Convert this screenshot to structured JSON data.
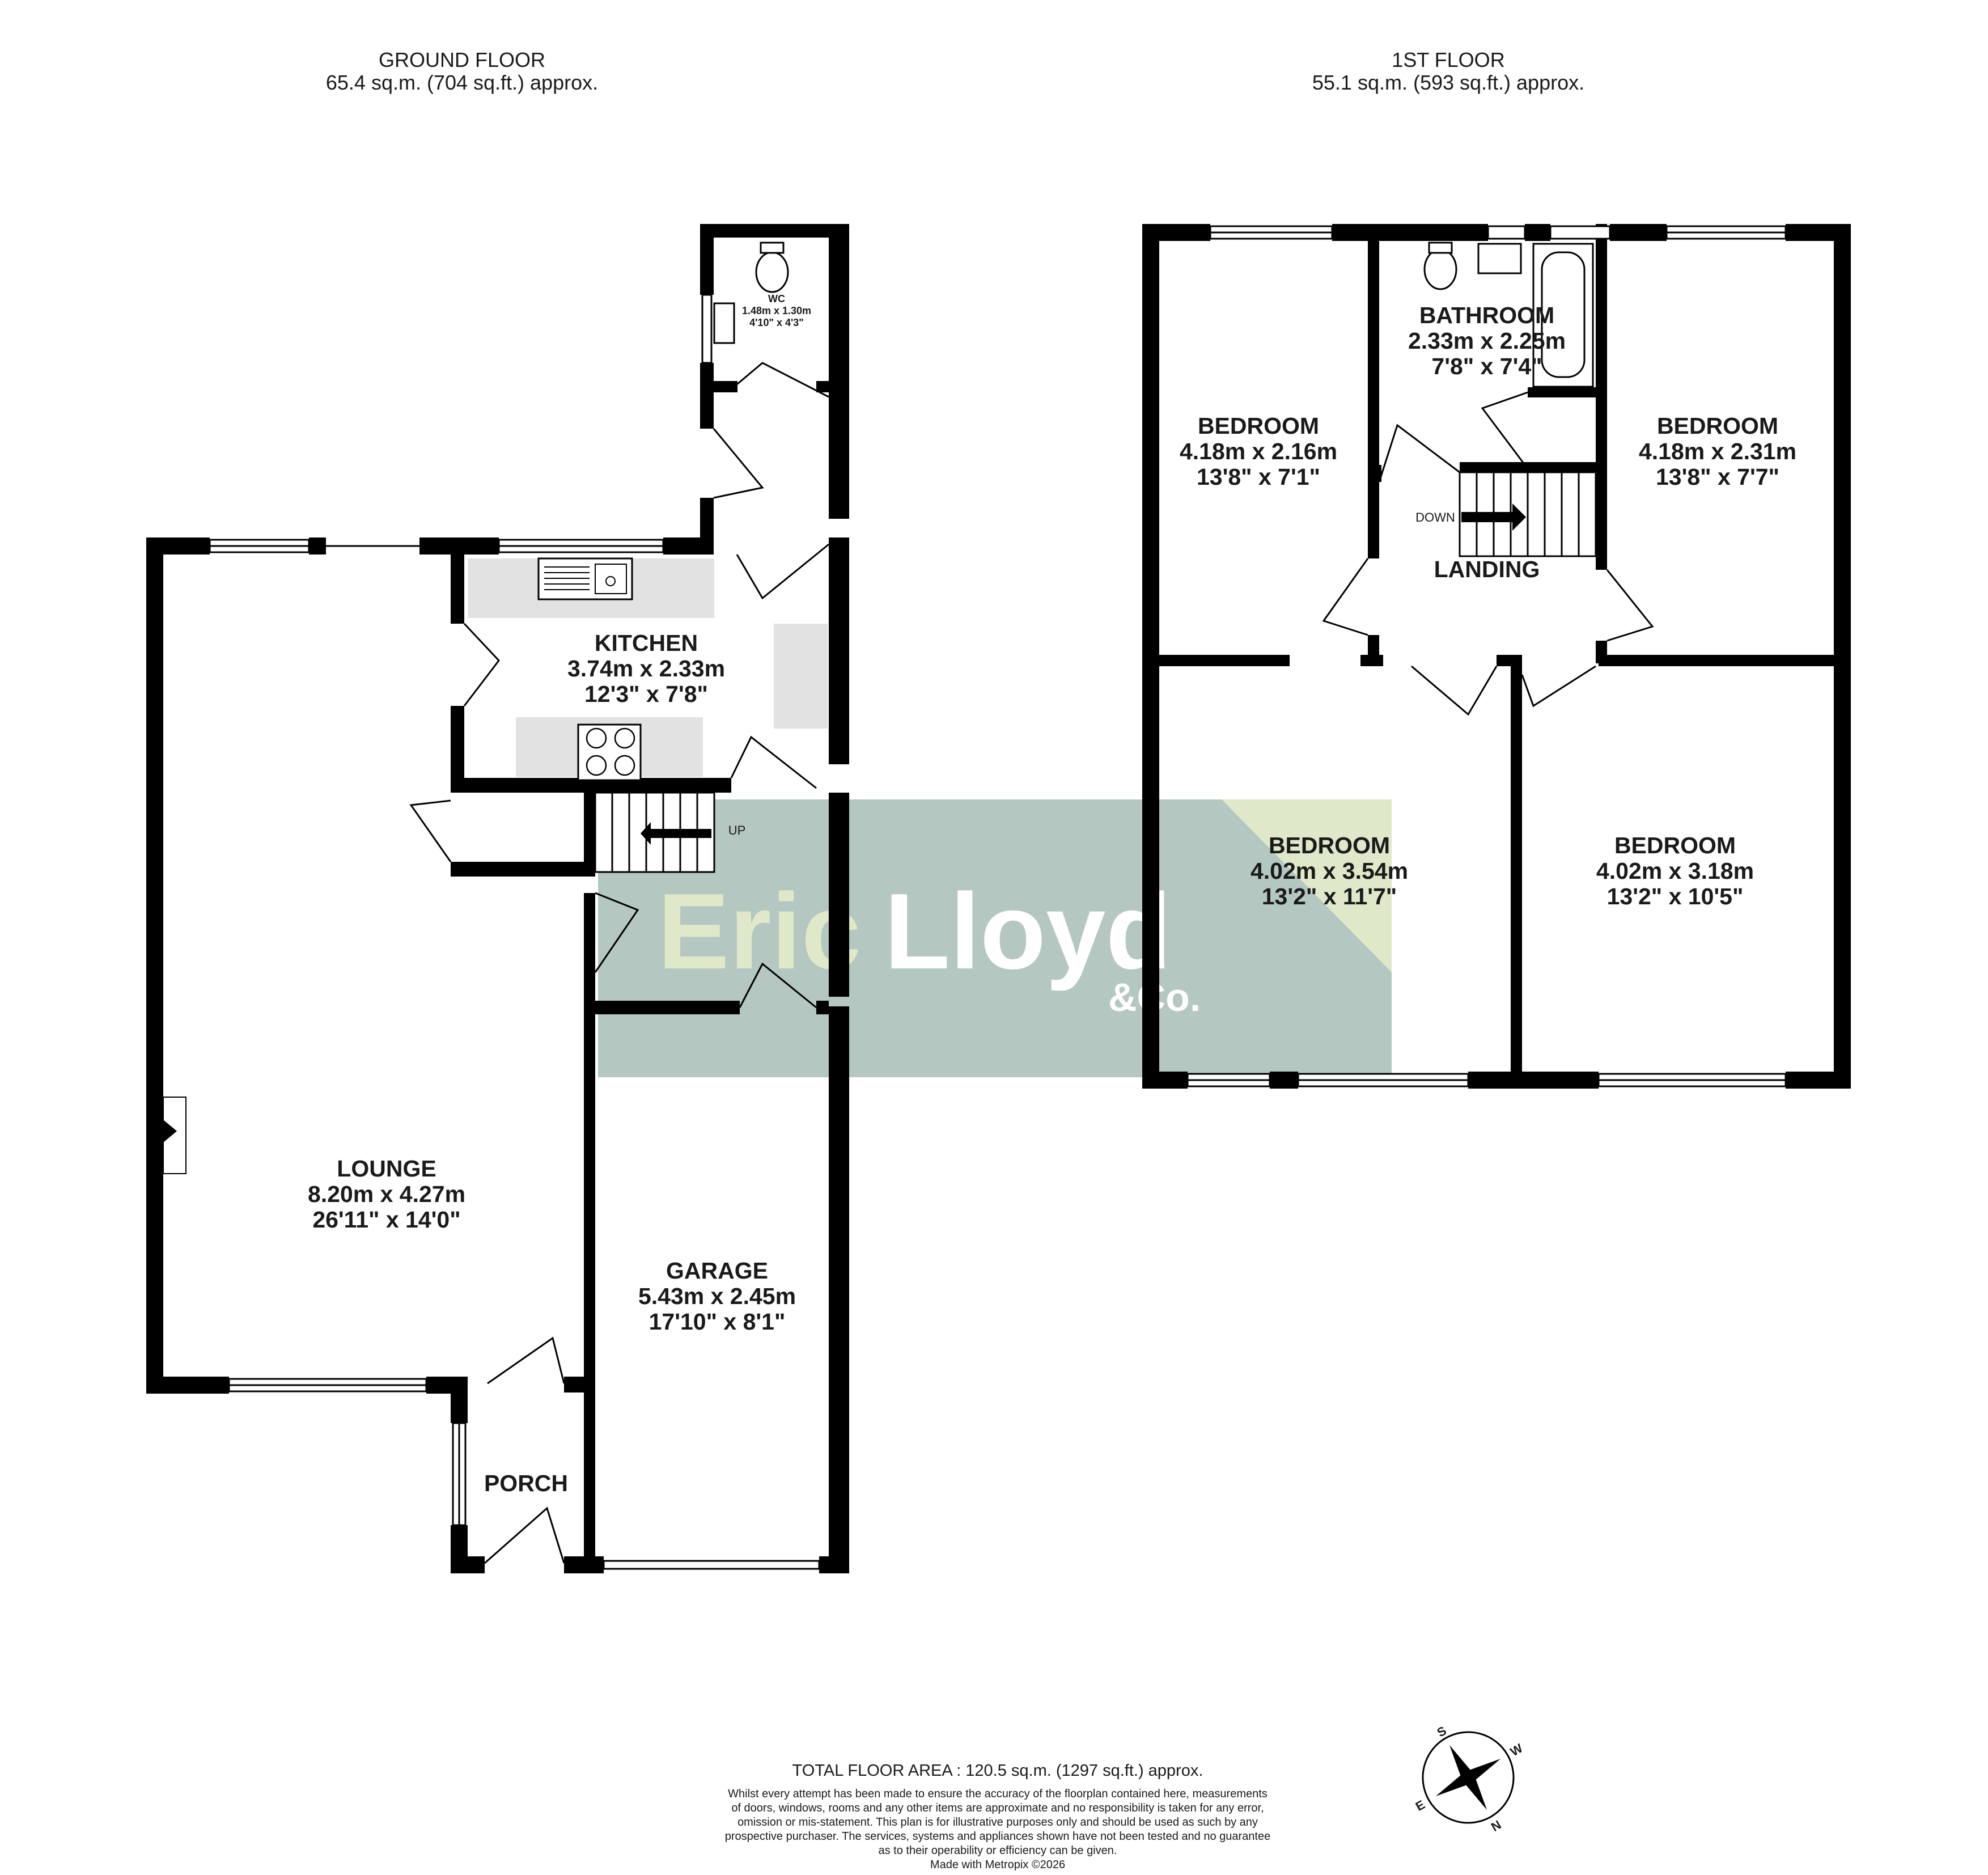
{
  "ground_floor": {
    "title": "GROUND FLOOR",
    "area": "65.4 sq.m. (704 sq.ft.) approx.",
    "rooms": [
      {
        "name": "LOUNGE",
        "metric": "8.20m  x 4.27m",
        "imperial": "26'11\"  x 14'0\""
      },
      {
        "name": "KITCHEN",
        "metric": "3.74m  x 2.33m",
        "imperial": "12'3\"  x 7'8\""
      },
      {
        "name": "WC",
        "metric": "1.48m  x 1.30m",
        "imperial": "4'10\"  x 4'3\""
      },
      {
        "name": "GARAGE",
        "metric": "5.43m  x 2.45m",
        "imperial": "17'10\"  x 8'1\""
      },
      {
        "name": "PORCH"
      }
    ],
    "stairs_label": "UP"
  },
  "first_floor": {
    "title": "1ST FLOOR",
    "area": "55.1 sq.m. (593 sq.ft.) approx.",
    "rooms": [
      {
        "name": "BEDROOM",
        "metric": "4.18m  x 2.16m",
        "imperial": "13'8\"  x 7'1\""
      },
      {
        "name": "BATHROOM",
        "metric": "2.33m  x 2.25m",
        "imperial": "7'8\"  x 7'4\""
      },
      {
        "name": "BEDROOM",
        "metric": "4.18m  x 2.31m",
        "imperial": "13'8\"  x 7'7\""
      },
      {
        "name": "LANDING"
      },
      {
        "name": "BEDROOM",
        "metric": "4.02m  x 3.54m",
        "imperial": "13'2\"  x 11'7\""
      },
      {
        "name": "BEDROOM",
        "metric": "4.02m  x 3.18m",
        "imperial": "13'2\"  x 10'5\""
      }
    ],
    "stairs_label": "DOWN"
  },
  "watermark": {
    "word1": "Eric",
    "word2": "Lloyd",
    "suffix": "&Co.",
    "colors": {
      "box": "#b5c7c1",
      "light": "#dfe8c9",
      "white": "#ffffff"
    }
  },
  "footer": {
    "total": "TOTAL FLOOR AREA : 120.5 sq.m. (1297 sq.ft.) approx.",
    "disclaimer": [
      "Whilst every attempt has been made to ensure the accuracy of the floorplan contained here, measurements",
      "of doors, windows, rooms and any other items are approximate and no responsibility is taken for any error,",
      "omission or mis-statement. This plan is for illustrative purposes only and should be used as such by any",
      "prospective purchaser. The services, systems and appliances shown have not been tested and no guarantee",
      "as to their operability or efficiency can be given."
    ],
    "credit": "Made with Metropix ©2026"
  },
  "compass": {
    "n": "N",
    "s": "S",
    "e": "E",
    "w": "W"
  },
  "colors": {
    "wall": "#000000",
    "fixture": "#e2e2e2",
    "text": "#1a1a1a"
  }
}
